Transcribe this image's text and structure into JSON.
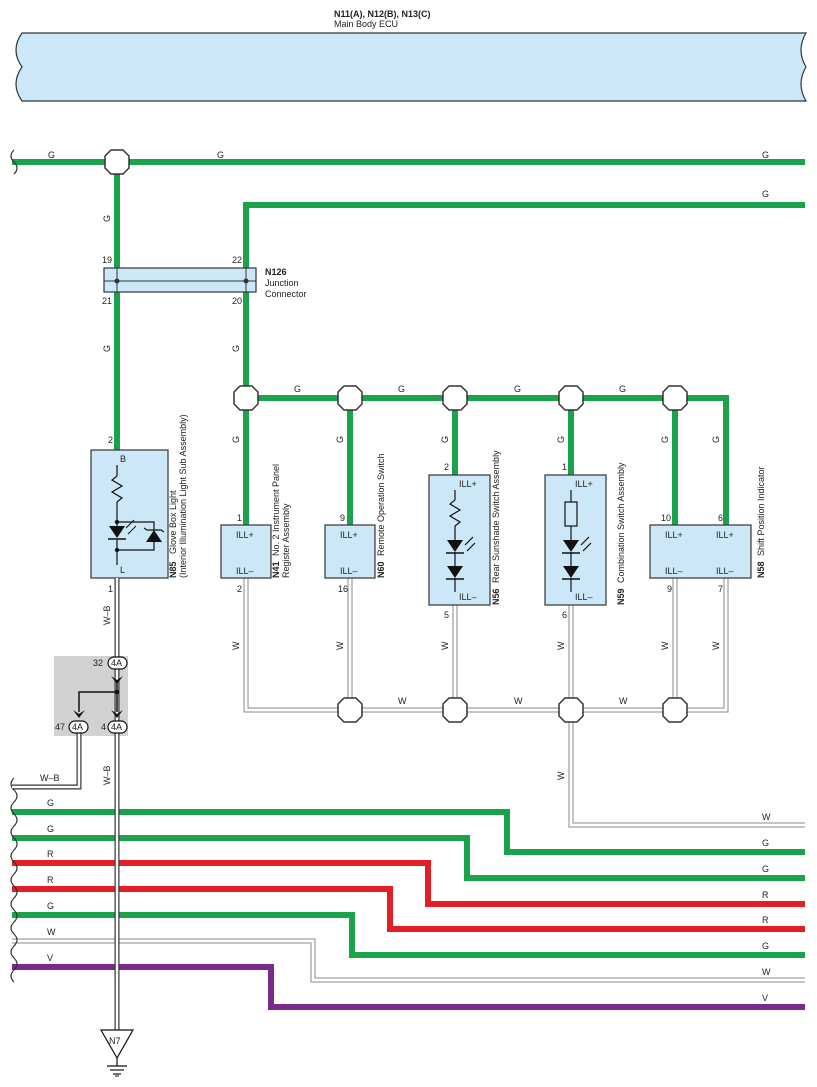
{
  "ecu": {
    "code": "N11(A), N12(B), N13(C)",
    "name": "Main Body ECU"
  },
  "colors": {
    "G": "#1aa34a",
    "R": "#e41e26",
    "V": "#7b2a8c",
    "W": "#ffffff",
    "wire_outline": "#8a8a8a",
    "box_fill": "#cce8f8",
    "splice_fill": "#d2d2d2"
  },
  "wire_labels": {
    "top_left": "G",
    "top_mid": "G",
    "top_right": "G",
    "second_right": "G",
    "left_drop": "G",
    "left_below_jc": "G",
    "jc_drop": "G",
    "n41_drop": "G",
    "n60_drop": "G",
    "n56_drop": "G",
    "n59_drop": "G",
    "n58_drop_a": "G",
    "n58_drop_b": "G",
    "bus_1": "G",
    "bus_2": "G",
    "bus_3": "G",
    "bus_4": "G",
    "n41_w": "W",
    "n60_w": "W",
    "n56_w": "W",
    "n59_w": "W",
    "n58_w_a": "W",
    "n58_w_b": "W",
    "wbus_1": "W",
    "wbus_2": "W",
    "wbus_3": "W",
    "w_down": "W",
    "n85_wb": "W–B",
    "left_wb": "W–B",
    "ground_wb": "W–B"
  },
  "junction": {
    "code": "N126",
    "line1": "Junction",
    "line2": "Connector",
    "pin_tl": "19",
    "pin_tr": "22",
    "pin_bl": "21",
    "pin_br": "20"
  },
  "components": {
    "n85": {
      "code": "N85",
      "name": "Glove Box Light",
      "sub": "(Interior Illumination Light Sub Assembly)",
      "pin_top": "2",
      "pin_bottom": "1",
      "term_top": "B",
      "term_bottom": "L"
    },
    "n41": {
      "code": "N41",
      "name": "No. 2 Instrument Panel",
      "sub": "Register Assembly",
      "pin_top": "1",
      "pin_bottom": "2",
      "term_top": "ILL+",
      "term_bottom": "ILL–"
    },
    "n60": {
      "code": "N60",
      "name": "Remote Operation Switch",
      "pin_top": "9",
      "pin_bottom": "16",
      "term_top": "ILL+",
      "term_bottom": "ILL–"
    },
    "n56": {
      "code": "N56",
      "name": "Rear Sunshade Switch Assembly",
      "pin_top": "2",
      "pin_bottom": "5",
      "term_top": "ILL+",
      "term_bottom": "ILL–"
    },
    "n59": {
      "code": "N59",
      "name": "Combination Switch Assembly",
      "pin_top": "1",
      "pin_bottom": "6",
      "term_top": "ILL+",
      "term_bottom": "ILL–"
    },
    "n58": {
      "code": "N58",
      "name": "Shift Position Indicator",
      "pin_top_a": "10",
      "pin_top_b": "6",
      "pin_bottom_a": "9",
      "pin_bottom_b": "7",
      "term_top_a": "ILL+",
      "term_top_b": "ILL+",
      "term_bottom_a": "ILL–",
      "term_bottom_b": "ILL–"
    }
  },
  "splice": {
    "conn": "4A",
    "pin_top": "32",
    "pin_left": "47",
    "pin_right": "4"
  },
  "ground": {
    "code": "N7"
  },
  "bottom_wires": [
    {
      "left_label": "G",
      "right_label": "W"
    },
    {
      "left_label": "G",
      "right_label": "G"
    },
    {
      "left_label": "R",
      "right_label": "G"
    },
    {
      "left_label": "R",
      "right_label": "R"
    },
    {
      "left_label": "G",
      "right_label": "R"
    },
    {
      "left_label": "W",
      "right_label": "G"
    },
    {
      "left_label": "V",
      "right_label": "W"
    },
    {
      "left_label": "",
      "right_label": "V"
    }
  ]
}
